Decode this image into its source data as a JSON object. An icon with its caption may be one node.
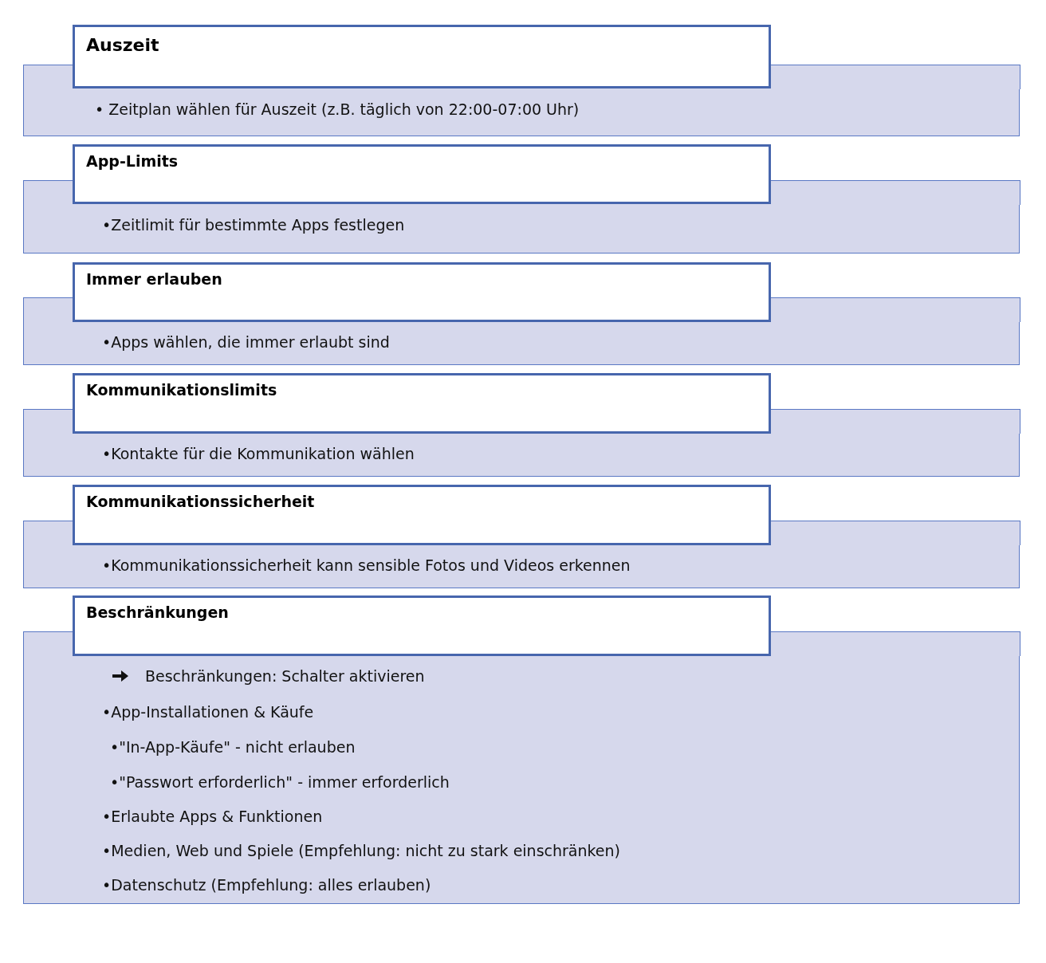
{
  "diagram": {
    "nodes": [
      {
        "text": [
          "Auszeit"
        ]
      },
      {
        "text": [
          "• Zeitplan wählen für Auszeit (z.B. täglich von 22:00-07:00 Uhr)"
        ]
      },
      {
        "text": [
          "App-Limits"
        ]
      },
      {
        "text": [
          "•Zeitlimit für bestimmte Apps festlegen"
        ]
      },
      {
        "text": [
          "Immer erlauben"
        ]
      },
      {
        "text": [
          "•Apps wählen, die immer erlaubt sind"
        ]
      },
      {
        "text": [
          "Kommunikationslimits"
        ]
      },
      {
        "text": [
          "•Kontakte für die Kommunikation wählen"
        ]
      },
      {
        "text": [
          "Kommunikationssicherheit"
        ]
      },
      {
        "text": [
          "•Kommunikationssicherheit kann sensible Fotos und Videos erkennen"
        ]
      },
      {
        "text": [
          "Beschränkungen"
        ]
      },
      {
        "text": [
          "Beschränkungen: Schalter aktivieren",
          "•App-Installationen & Käufe",
          "•\"In-App-Käufe\" - nicht erlauben",
          "•\"Passwort erforderlich\" - immer erforderlich",
          "•Erlaubte Apps & Funktionen",
          "•Medien, Web und Spiele (Empfehlung: nicht zu stark einschränken)",
          "•Datenschutz (Empfehlung: alles erlauben)"
        ]
      }
    ]
  }
}
